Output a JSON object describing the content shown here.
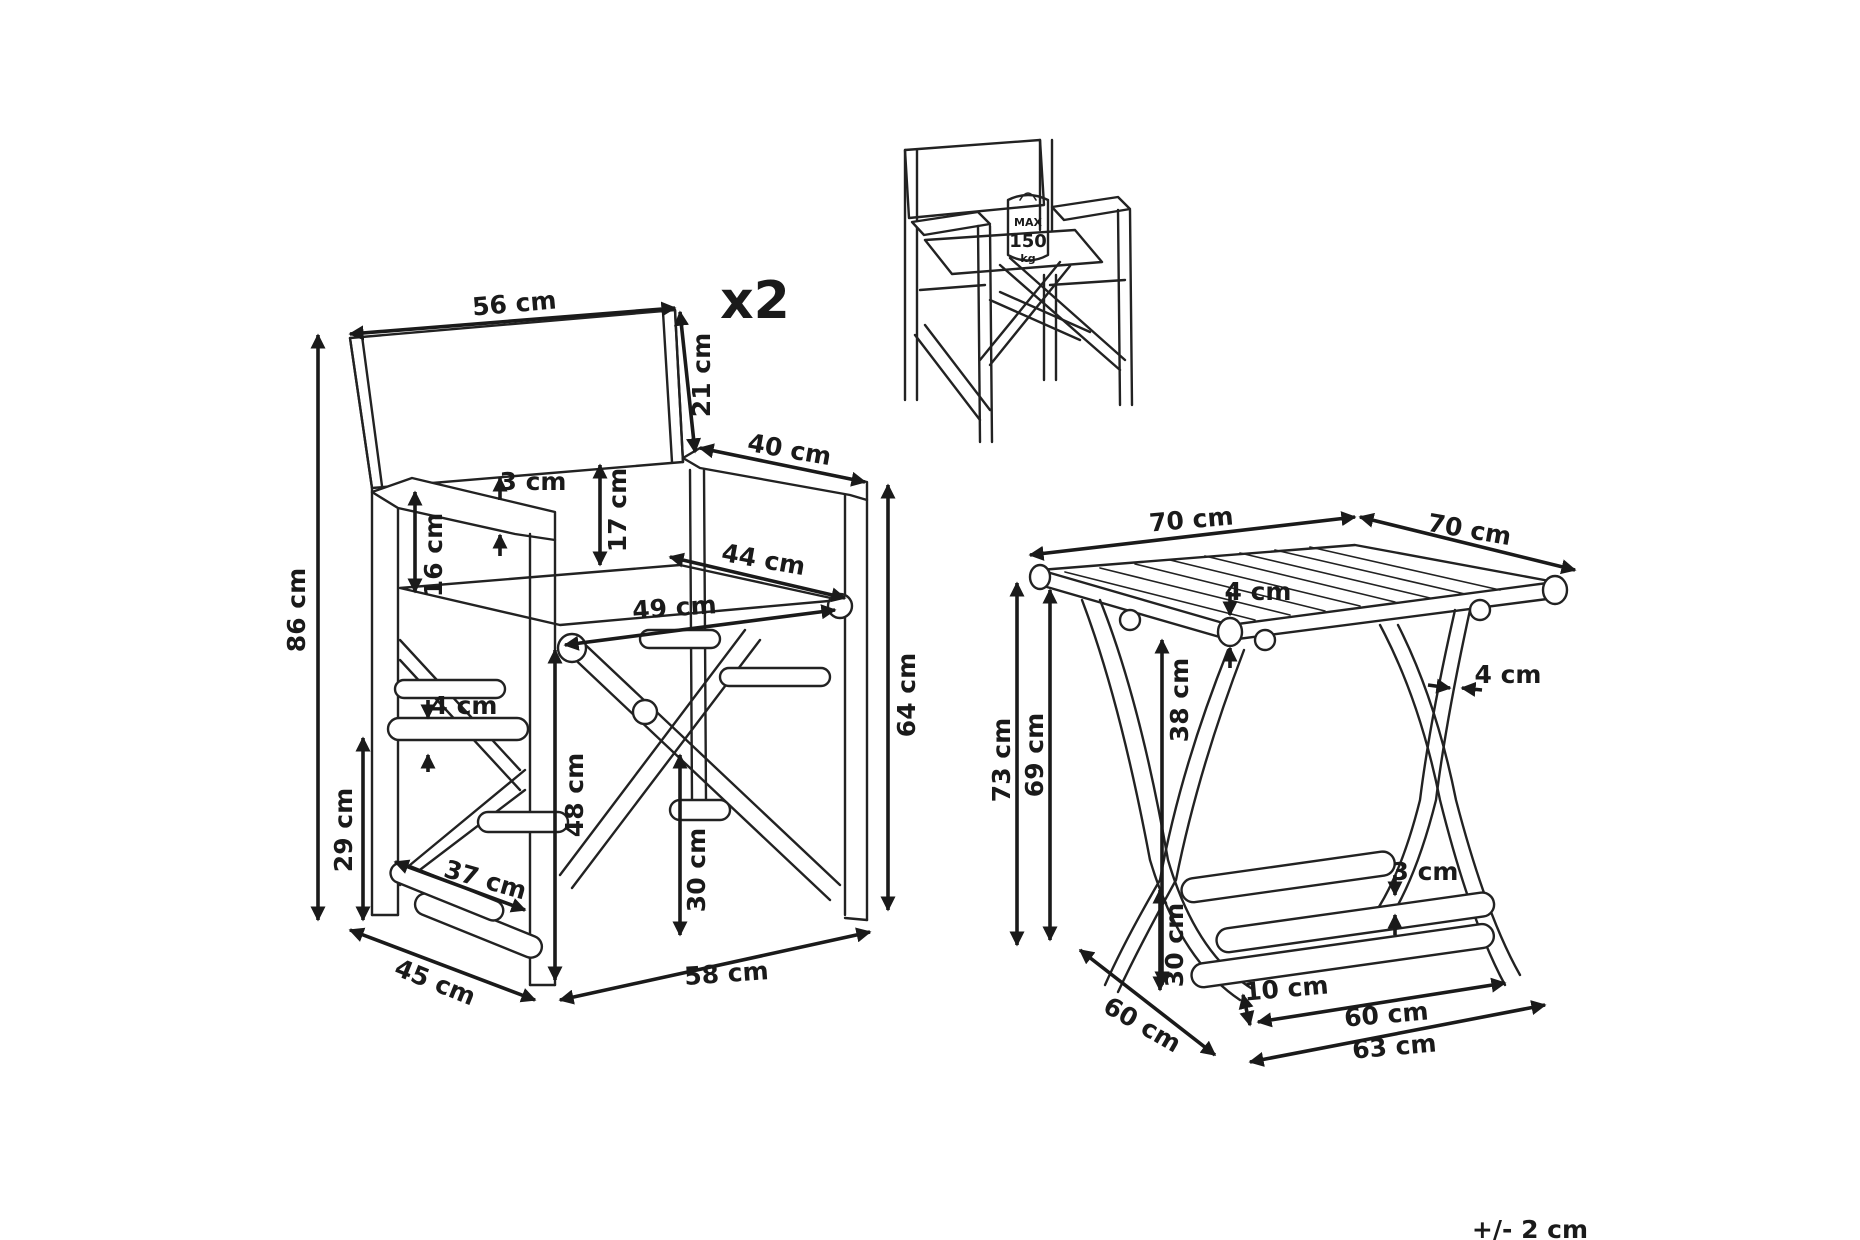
{
  "multiplier": "x2",
  "weight_badge": {
    "line1": "MAX",
    "line2": "150",
    "line3": "kg"
  },
  "chair_dims": {
    "width_top": "56 cm",
    "back_height": "21 cm",
    "arm_depth": "40 cm",
    "arm_offset": "3 cm",
    "arm_height": "16 cm",
    "back_gap": "17 cm",
    "seat_depth": "44 cm",
    "seat_width": "49 cm",
    "total_height": "86 cm",
    "arm_level_height": "64 cm",
    "rung_thickness": "4 cm",
    "rung_height": "29 cm",
    "seat_height": "48 cm",
    "rung_length": "37 cm",
    "low_rung_height": "30 cm",
    "base_depth": "45 cm",
    "base_width": "58 cm"
  },
  "table_dims": {
    "top_width": "70 cm",
    "top_depth": "70 cm",
    "top_thickness": "4 cm",
    "leg_thickness": "4 cm",
    "apron_height": "38 cm",
    "total_height": "73 cm",
    "frame_height": "69 cm",
    "rung_thickness": "3 cm",
    "rung_height": "30 cm",
    "foot_offset": "10 cm",
    "base_depth": "60 cm",
    "base_width": "60 cm",
    "base_width_outer": "63 cm"
  },
  "tolerance": "+/- 2 cm"
}
